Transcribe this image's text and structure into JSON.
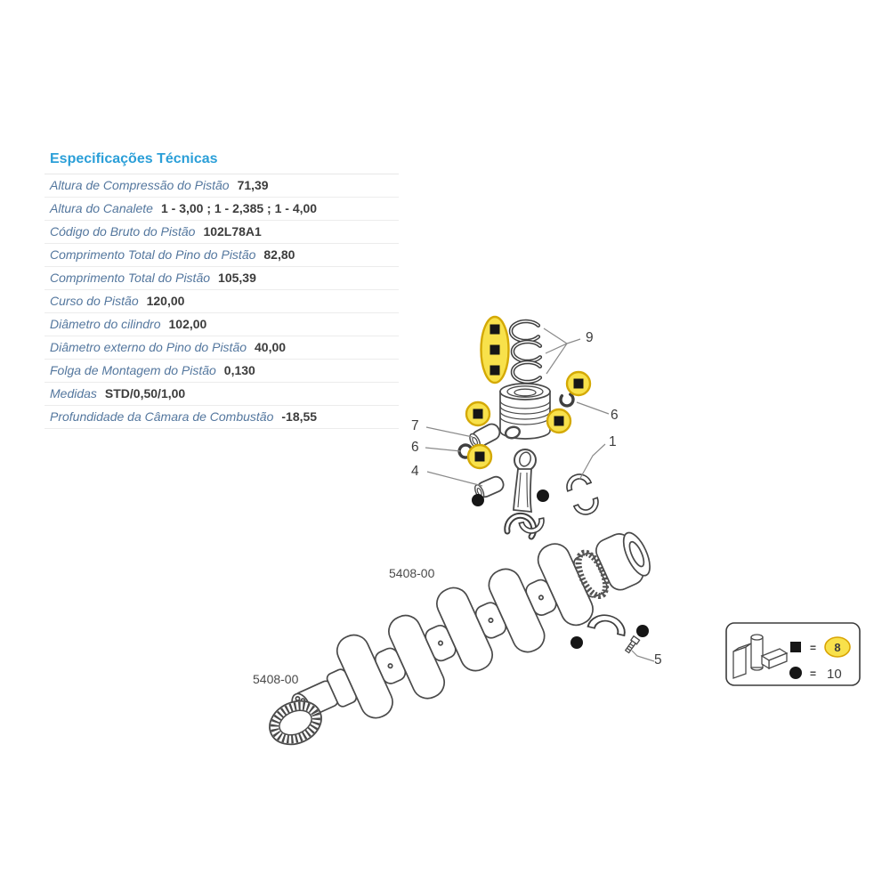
{
  "specs": {
    "title": "Especificações Técnicas",
    "rows": [
      {
        "label": "Altura de Compressão do Pistão",
        "value": "71,39"
      },
      {
        "label": "Altura do Canalete",
        "value": "1 - 3,00 ; 1 - 2,385 ; 1 - 4,00"
      },
      {
        "label": "Código do Bruto do Pistão",
        "value": "102L78A1"
      },
      {
        "label": "Comprimento Total do Pino do Pistão",
        "value": "82,80"
      },
      {
        "label": "Comprimento Total do Pistão",
        "value": "105,39"
      },
      {
        "label": "Curso do Pistão",
        "value": "120,00"
      },
      {
        "label": "Diâmetro do cilindro",
        "value": "102,00"
      },
      {
        "label": "Diâmetro externo do Pino do Pistão",
        "value": "40,00"
      },
      {
        "label": "Folga de Montagem do Pistão",
        "value": "0,130"
      },
      {
        "label": "Medidas",
        "value": "STD/0,50/1,00"
      },
      {
        "label": "Profundidade da Câmara de Combustão",
        "value": "-18,55"
      }
    ]
  },
  "diagram": {
    "part_labels": {
      "rings": "9",
      "circlip_right": "6",
      "rod_bearing": "1",
      "piston_pin": "7",
      "circlip_left": "6",
      "bushing": "4",
      "bolt": "5"
    },
    "assembly_codes": {
      "upper": "5408-00",
      "lower": "5408-00"
    },
    "legend": {
      "eq": "=",
      "square_value": "8",
      "circle_value": "10"
    },
    "colors": {
      "highlight_fill": "#F8E14B",
      "highlight_border": "#D4A904",
      "marker_black": "#161616",
      "line_art": "#4a4a4a",
      "title_blue": "#2b9fd8",
      "label_blue": "#54779e"
    }
  }
}
